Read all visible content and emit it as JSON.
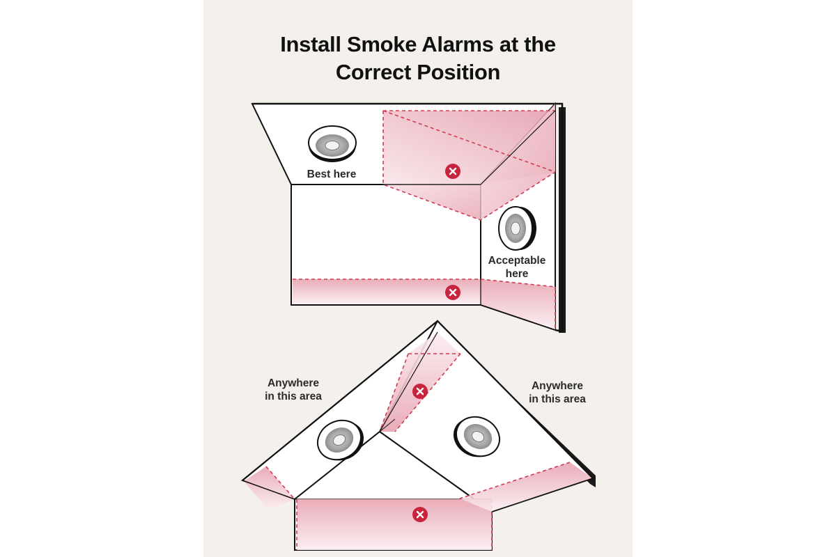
{
  "title": {
    "line1": "Install Smoke Alarms at the",
    "line2": "Correct Position"
  },
  "top_diagram": {
    "best_label": "Best here",
    "acceptable_label_line1": "Acceptable",
    "acceptable_label_line2": "here"
  },
  "bottom_diagram": {
    "left_label_line1": "Anywhere",
    "left_label_line2": "in this area",
    "right_label_line1": "Anywhere",
    "right_label_line2": "in this area"
  },
  "colors": {
    "background": "#f4f0ec",
    "avoid_zone": "#e7a3b1",
    "avoid_marker": "#c8243d",
    "dashed_outline": "#cf3c52",
    "outline": "#111111"
  },
  "icons": [
    "smoke-alarm-icon",
    "no-zone-x-icon"
  ]
}
